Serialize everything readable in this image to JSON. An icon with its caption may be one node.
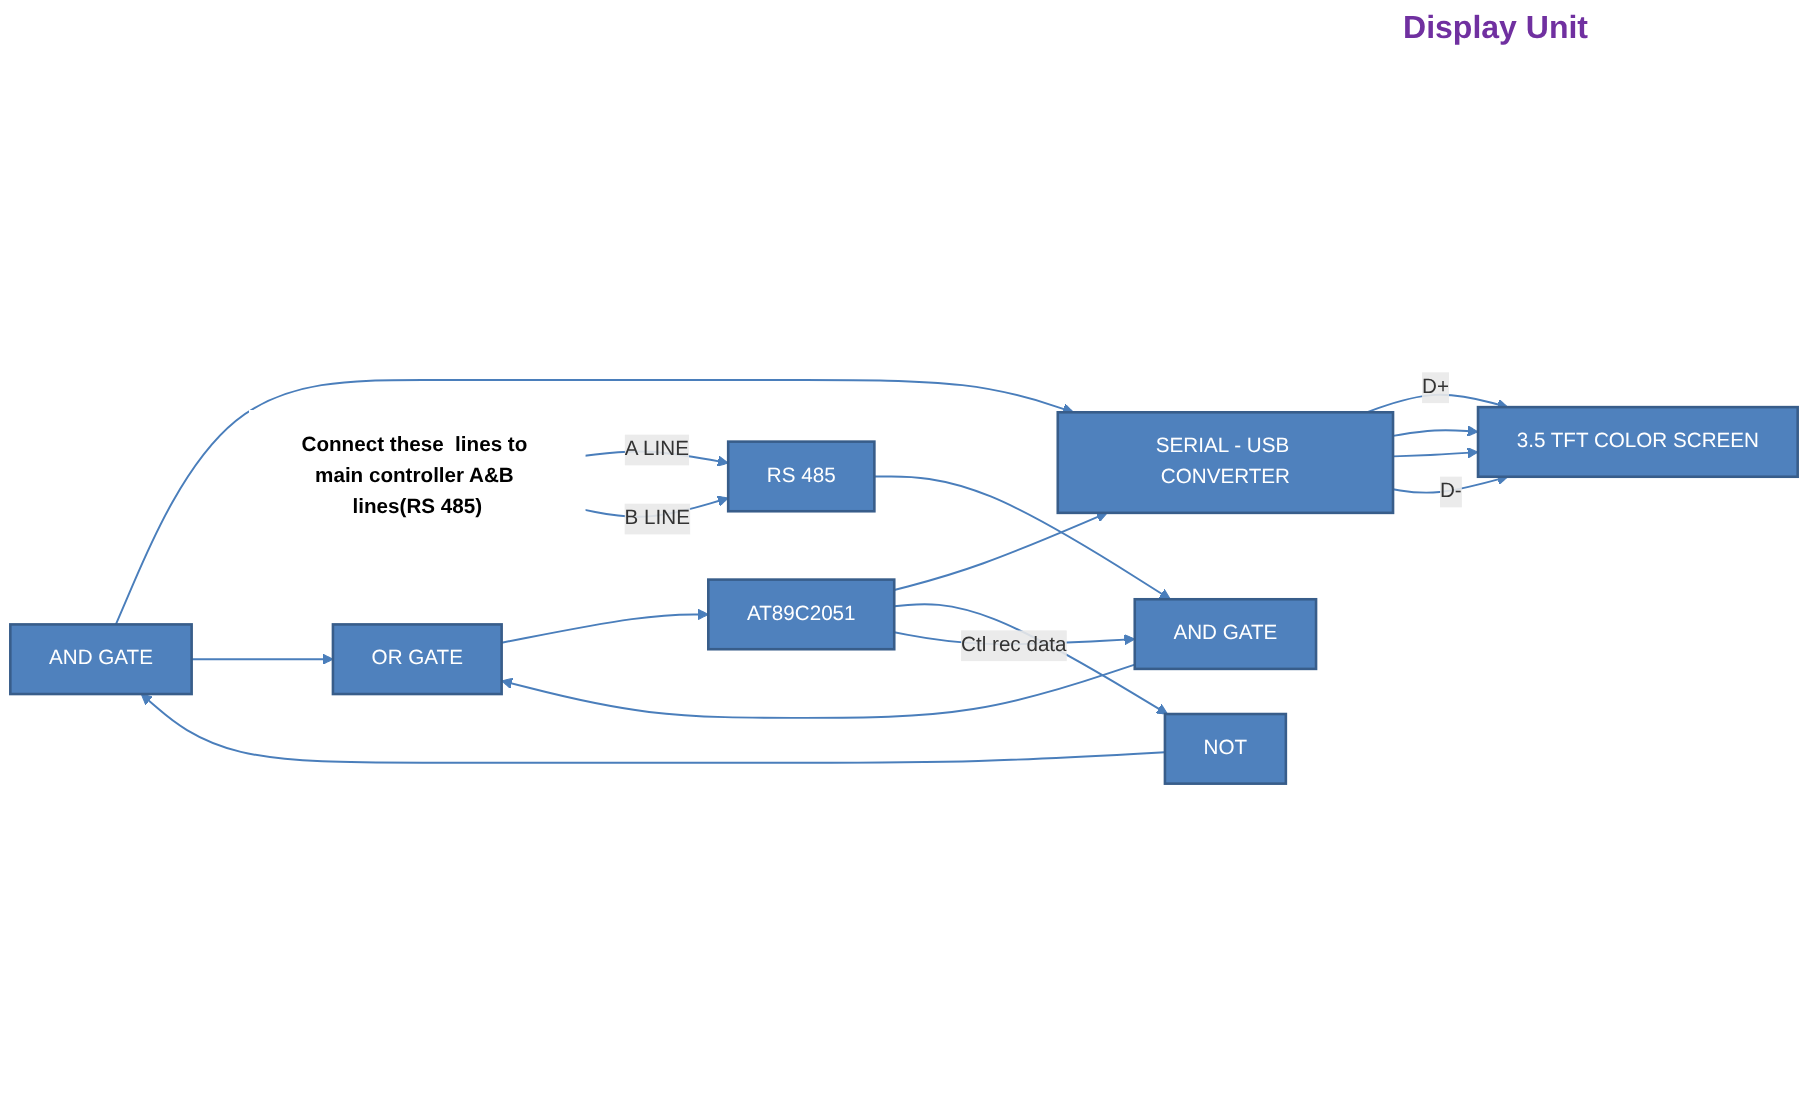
{
  "diagram": {
    "title": "Display Unit",
    "nodes": [
      {
        "text": [
          "3.5 TFT COLOR SCREEN"
        ]
      },
      {
        "text": [
          "SERIAL - USB CONVERTER"
        ]
      },
      {
        "text": [
          "AND GATE"
        ]
      },
      {
        "text": [
          "NOT"
        ]
      },
      {
        "text": [
          "OR GATE"
        ]
      },
      {
        "text": [
          "AT89C2051"
        ]
      },
      {
        "text": [
          "Connect these  lines to main controller A&B lines(RS 485)"
        ]
      },
      {
        "text": [
          "RS 485"
        ]
      },
      {
        "text": [
          "AND GATE"
        ]
      }
    ],
    "edges": [
      {
        "from": 1,
        "to": 0,
        "arrow": "to",
        "label": "D+"
      },
      {
        "from": 1,
        "to": 0,
        "arrow": "to"
      },
      {
        "from": 1,
        "to": 0,
        "arrow": "to"
      },
      {
        "from": 1,
        "to": 0,
        "arrow": "to",
        "label": "D-"
      },
      {
        "from": 5,
        "to": 1,
        "arrow": "to"
      },
      {
        "from": 2,
        "to": 1,
        "arrow": "to"
      },
      {
        "from": 3,
        "to": 2,
        "arrow": "to"
      },
      {
        "from": 2,
        "to": 4,
        "arrow": "to"
      },
      {
        "from": 4,
        "to": 5,
        "arrow": "to"
      },
      {
        "from": 5,
        "to": 3,
        "arrow": "to"
      },
      {
        "from": 5,
        "to": 8,
        "arrow": "to",
        "label": "Ctl rec data"
      },
      {
        "from": 8,
        "to": 4,
        "arrow": "to"
      },
      {
        "from": 7,
        "to": 8,
        "arrow": "to"
      },
      {
        "from": 6,
        "to": 7,
        "arrow": "to",
        "label": "A LINE"
      },
      {
        "from": 6,
        "to": 7,
        "arrow": "to",
        "label": "B LINE"
      }
    ]
  }
}
